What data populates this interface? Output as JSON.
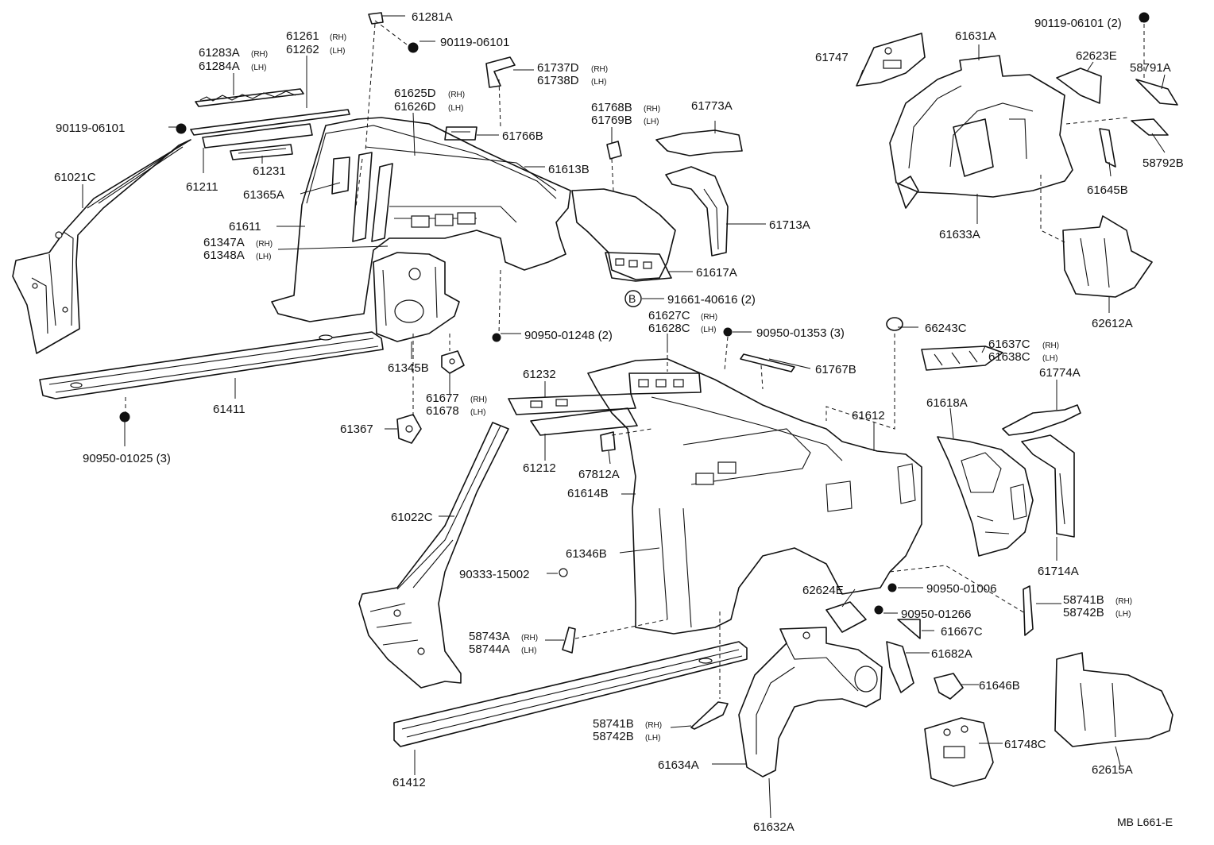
{
  "labels": {
    "p61281A": {
      "main": "61281A"
    },
    "p90119a": {
      "main": "90119-06101"
    },
    "p61261": {
      "main": "61261",
      "sub": "(RH)"
    },
    "p61262": {
      "main": "61262",
      "sub": "(LH)"
    },
    "p61283A": {
      "main": "61283A",
      "sub": "(RH)"
    },
    "p61284A": {
      "main": "61284A",
      "sub": "(LH)"
    },
    "p61737D": {
      "main": "61737D",
      "sub": "(RH)"
    },
    "p61738D": {
      "main": "61738D",
      "sub": "(LH)"
    },
    "p61625D": {
      "main": "61625D",
      "sub": "(RH)"
    },
    "p61626D": {
      "main": "61626D",
      "sub": "(LH)"
    },
    "p90119b": {
      "main": "90119-06101"
    },
    "p61766B": {
      "main": "61766B"
    },
    "p61021C": {
      "main": "61021C"
    },
    "p61211": {
      "main": "61211"
    },
    "p61231": {
      "main": "61231"
    },
    "p61613B": {
      "main": "61613B"
    },
    "p61365A": {
      "main": "61365A"
    },
    "p61611": {
      "main": "61611"
    },
    "p61347A": {
      "main": "61347A",
      "sub": "(RH)"
    },
    "p61348A": {
      "main": "61348A",
      "sub": "(LH)"
    },
    "p61768B": {
      "main": "61768B",
      "sub": "(RH)"
    },
    "p61769B": {
      "main": "61769B",
      "sub": "(LH)"
    },
    "p61773A": {
      "main": "61773A"
    },
    "p61713A": {
      "main": "61713A"
    },
    "p61617A": {
      "main": "61617A"
    },
    "p91661": {
      "main": "91661-40616 (2)"
    },
    "p90950a": {
      "main": "90950-01248 (2)"
    },
    "p61345B": {
      "main": "61345B"
    },
    "p61677": {
      "main": "61677",
      "sub": "(RH)"
    },
    "p61678": {
      "main": "61678",
      "sub": "(LH)"
    },
    "p61411": {
      "main": "61411"
    },
    "p61367": {
      "main": "61367"
    },
    "p90950b": {
      "main": "90950-01025 (3)"
    },
    "p61747": {
      "main": "61747"
    },
    "p61631A": {
      "main": "61631A"
    },
    "p90119c": {
      "main": "90119-06101 (2)"
    },
    "p62623E": {
      "main": "62623E"
    },
    "p58791A": {
      "main": "58791A"
    },
    "p58792B": {
      "main": "58792B"
    },
    "p61645B": {
      "main": "61645B"
    },
    "p61633A": {
      "main": "61633A"
    },
    "p62612A": {
      "main": "62612A"
    },
    "p61627C": {
      "main": "61627C",
      "sub": "(RH)"
    },
    "p61628C": {
      "main": "61628C",
      "sub": "(LH)"
    },
    "p90950c": {
      "main": "90950-01353 (3)"
    },
    "p66243C": {
      "main": "66243C"
    },
    "p61637C": {
      "main": "61637C",
      "sub": "(RH)"
    },
    "p61638C": {
      "main": "61638C",
      "sub": "(LH)"
    },
    "p61767B": {
      "main": "61767B"
    },
    "p61774A": {
      "main": "61774A"
    },
    "p61232": {
      "main": "61232"
    },
    "p61212": {
      "main": "61212"
    },
    "p67812A": {
      "main": "67812A"
    },
    "p61614B": {
      "main": "61614B"
    },
    "p61612": {
      "main": "61612"
    },
    "p61618A": {
      "main": "61618A"
    },
    "p61022C": {
      "main": "61022C"
    },
    "p61346B": {
      "main": "61346B"
    },
    "p90333": {
      "main": "90333-15002"
    },
    "p61714A": {
      "main": "61714A"
    },
    "p90950d": {
      "main": "90950-01006"
    },
    "p62624E": {
      "main": "62624E"
    },
    "p90950e": {
      "main": "90950-01266"
    },
    "p58741Ba": {
      "main": "58741B",
      "sub": "(RH)"
    },
    "p58742Ba": {
      "main": "58742B",
      "sub": "(LH)"
    },
    "p61667C": {
      "main": "61667C"
    },
    "p58743A": {
      "main": "58743A",
      "sub": "(RH)"
    },
    "p58744A": {
      "main": "58744A",
      "sub": "(LH)"
    },
    "p61682A": {
      "main": "61682A"
    },
    "p61646B": {
      "main": "61646B"
    },
    "p58741Bb": {
      "main": "58741B",
      "sub": "(RH)"
    },
    "p58742Bb": {
      "main": "58742B",
      "sub": "(LH)"
    },
    "p61748C": {
      "main": "61748C"
    },
    "p61634A": {
      "main": "61634A"
    },
    "p62615A": {
      "main": "62615A"
    },
    "p61412": {
      "main": "61412"
    },
    "p61632A": {
      "main": "61632A"
    }
  },
  "callout_letter": "B",
  "diagram_code": "MB L661-E"
}
